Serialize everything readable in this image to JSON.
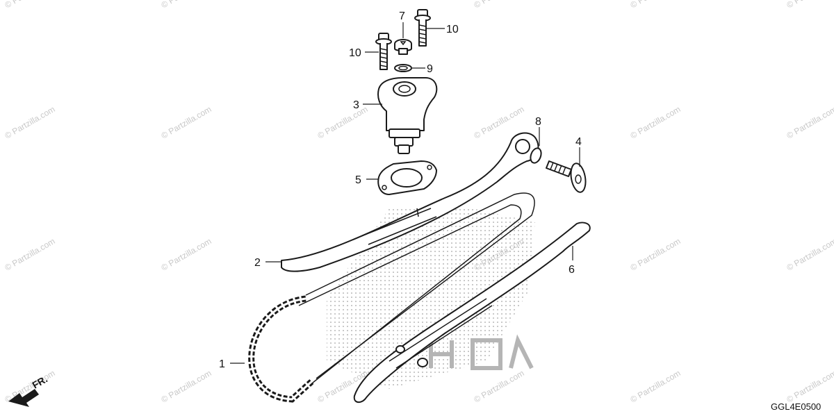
{
  "diagram": {
    "callouts": [
      {
        "id": "1",
        "label": "1"
      },
      {
        "id": "2",
        "label": "2"
      },
      {
        "id": "3",
        "label": "3"
      },
      {
        "id": "4",
        "label": "4"
      },
      {
        "id": "5",
        "label": "5"
      },
      {
        "id": "6",
        "label": "6"
      },
      {
        "id": "7",
        "label": "7"
      },
      {
        "id": "8",
        "label": "8"
      },
      {
        "id": "9",
        "label": "9"
      },
      {
        "id": "10a",
        "label": "10"
      },
      {
        "id": "10b",
        "label": "10"
      }
    ],
    "diagram_code": "GGL4E0500",
    "direction_label": "FR.",
    "watermark_text": "© Partzilla.com",
    "colors": {
      "line": "#1a1a1a",
      "watermark": "#c9c9c9",
      "background": "#ffffff"
    }
  }
}
